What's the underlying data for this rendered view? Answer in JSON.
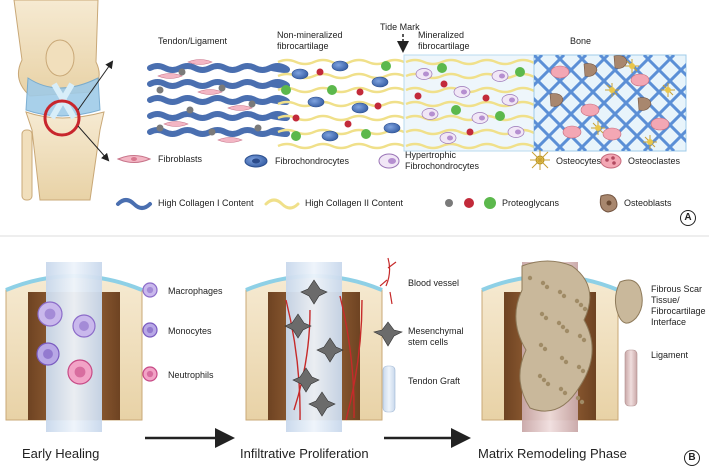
{
  "panel_a": {
    "zones": {
      "tendon": "Tendon/Ligament",
      "nonmineral": "Non-mineralized\nfibrocartilage",
      "tidemark": "Tide Mark",
      "mineral": "Mineralized\nfibrocartilage",
      "bone": "Bone"
    },
    "legend": {
      "fibroblasts": "Fibroblasts",
      "fibrochondrocytes": "Fibrochondrocytes",
      "hypertrophic": "Hypertrophic\nFibrochondrocytes",
      "osteocytes": "Osteocytes",
      "osteoclastes": "Osteoclastes",
      "collagen1": "High Collagen I Content",
      "collagen2": "High Collagen II Content",
      "proteoglycans": "Proteoglycans",
      "osteoblasts": "Osteoblasts"
    },
    "badge": "A"
  },
  "panel_b": {
    "legend": {
      "macrophages": "Macrophages",
      "monocytes": "Monocytes",
      "neutrophils": "Neutrophils",
      "blood_vessel": "Blood vessel",
      "msc": "Mesenchymal\nstem cells",
      "tendon_graft": "Tendon Graft",
      "scar": "Fibrous Scar\nTissue/\nFibrocartilage\nInterface",
      "ligament": "Ligament"
    },
    "phases": {
      "early": "Early Healing",
      "infiltrative": "Infiltrative Proliferation",
      "remodeling": "Matrix Remodeling Phase"
    },
    "badge": "B"
  },
  "colors": {
    "collagen1": "#4a6fb0",
    "collagen2": "#f0e08a",
    "bone_mesh": "#5b8fd6",
    "bone_bg": "#e8f4fb",
    "bone_tunnel": "#8a5a34",
    "blood": "#c62a2a",
    "proteo_grey": "#7a7a7a",
    "proteo_red": "#c22a3a",
    "proteo_green": "#5cb84c"
  }
}
